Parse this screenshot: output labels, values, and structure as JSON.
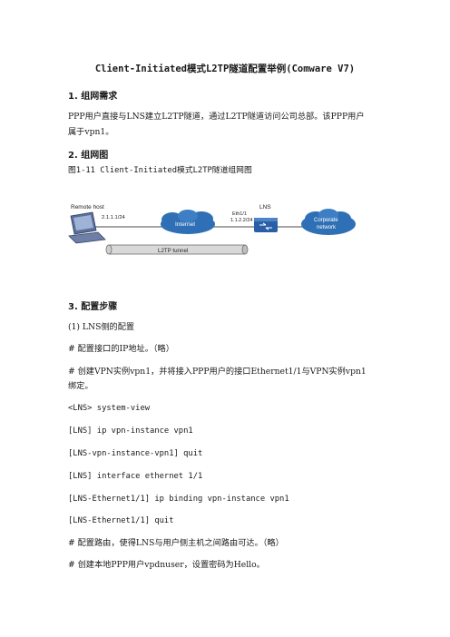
{
  "document": {
    "title": "Client-Initiated模式L2TP隧道配置举例(Comware V7)",
    "section1": {
      "heading": "1. 组网需求",
      "para_line1": "PPP用户直接与LNS建立L2TP隧道，通过L2TP隧道访问公司总部。该PPP用户",
      "para_line2": "属于vpn1。"
    },
    "section2": {
      "heading": "2. 组网图",
      "caption": "图1-11 Client-Initiated模式L2TP隧道组网图"
    },
    "diagram": {
      "remote_host_label": "Remote host",
      "remote_host_ip": "2.1.1.1/24",
      "internet_label": "Internet",
      "lns_label": "LNS",
      "lns_port": "Eth1/1",
      "lns_ip": "1.1.2.2/24",
      "corporate_line1": "Corporate",
      "corporate_line2": "network",
      "tunnel_label": "L2TP tunnel"
    },
    "section3": {
      "heading": "3. 配置步骤",
      "step1": "(1) LNS侧的配置",
      "comment1": "# 配置接口的IP地址。（略）",
      "comment2_line1": "# 创建VPN实例vpn1，并将接入PPP用户的接口Ethernet1/1与VPN实例vpn1",
      "comment2_line2": "绑定。",
      "cmd1": "<LNS> system-view",
      "cmd2": "[LNS] ip vpn-instance vpn1",
      "cmd3": "[LNS-vpn-instance-vpn1] quit",
      "cmd4": "[LNS] interface ethernet 1/1",
      "cmd5": "[LNS-Ethernet1/1] ip binding vpn-instance vpn1",
      "cmd6": "[LNS-Ethernet1/1] quit",
      "comment3": "# 配置路由，使得LNS与用户侧主机之间路由可达。（略）",
      "comment4": "# 创建本地PPP用户vpdnuser，设置密码为Hello。"
    },
    "colors": {
      "cloud": "#2f6fb5",
      "tunnel": "#d9d9d9",
      "router": "#2a5fa8"
    }
  }
}
